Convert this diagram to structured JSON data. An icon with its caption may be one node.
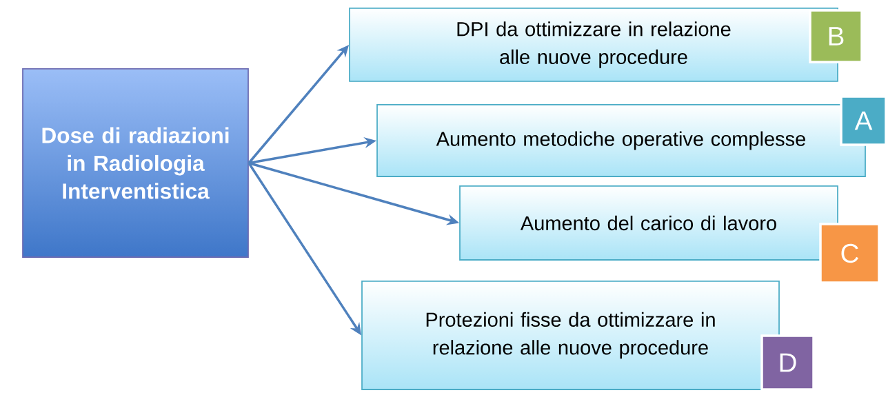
{
  "diagram": {
    "nodes": [
      {
        "text": [
          "Dose di radiazioni in Radiologia Interventistica"
        ]
      },
      {
        "text": [
          "DPI da ottimizzare in relazione alle nuove procedure"
        ]
      },
      {
        "text": [
          "B"
        ]
      },
      {
        "text": [
          "Aumento metodiche operative complesse"
        ]
      },
      {
        "text": [
          "A"
        ]
      },
      {
        "text": [
          "Aumento del carico di lavoro"
        ]
      },
      {
        "text": [
          "C"
        ]
      },
      {
        "text": [
          "Protezioni fisse da ottimizzare in relazione alle nuove procedure"
        ]
      },
      {
        "text": [
          "D"
        ]
      }
    ],
    "edges": [
      {
        "from": 0,
        "to": 1,
        "arrow": "to"
      },
      {
        "from": 0,
        "to": 3,
        "arrow": "to"
      },
      {
        "from": 0,
        "to": 5,
        "arrow": "to"
      },
      {
        "from": 0,
        "to": 7,
        "arrow": "to"
      }
    ]
  }
}
